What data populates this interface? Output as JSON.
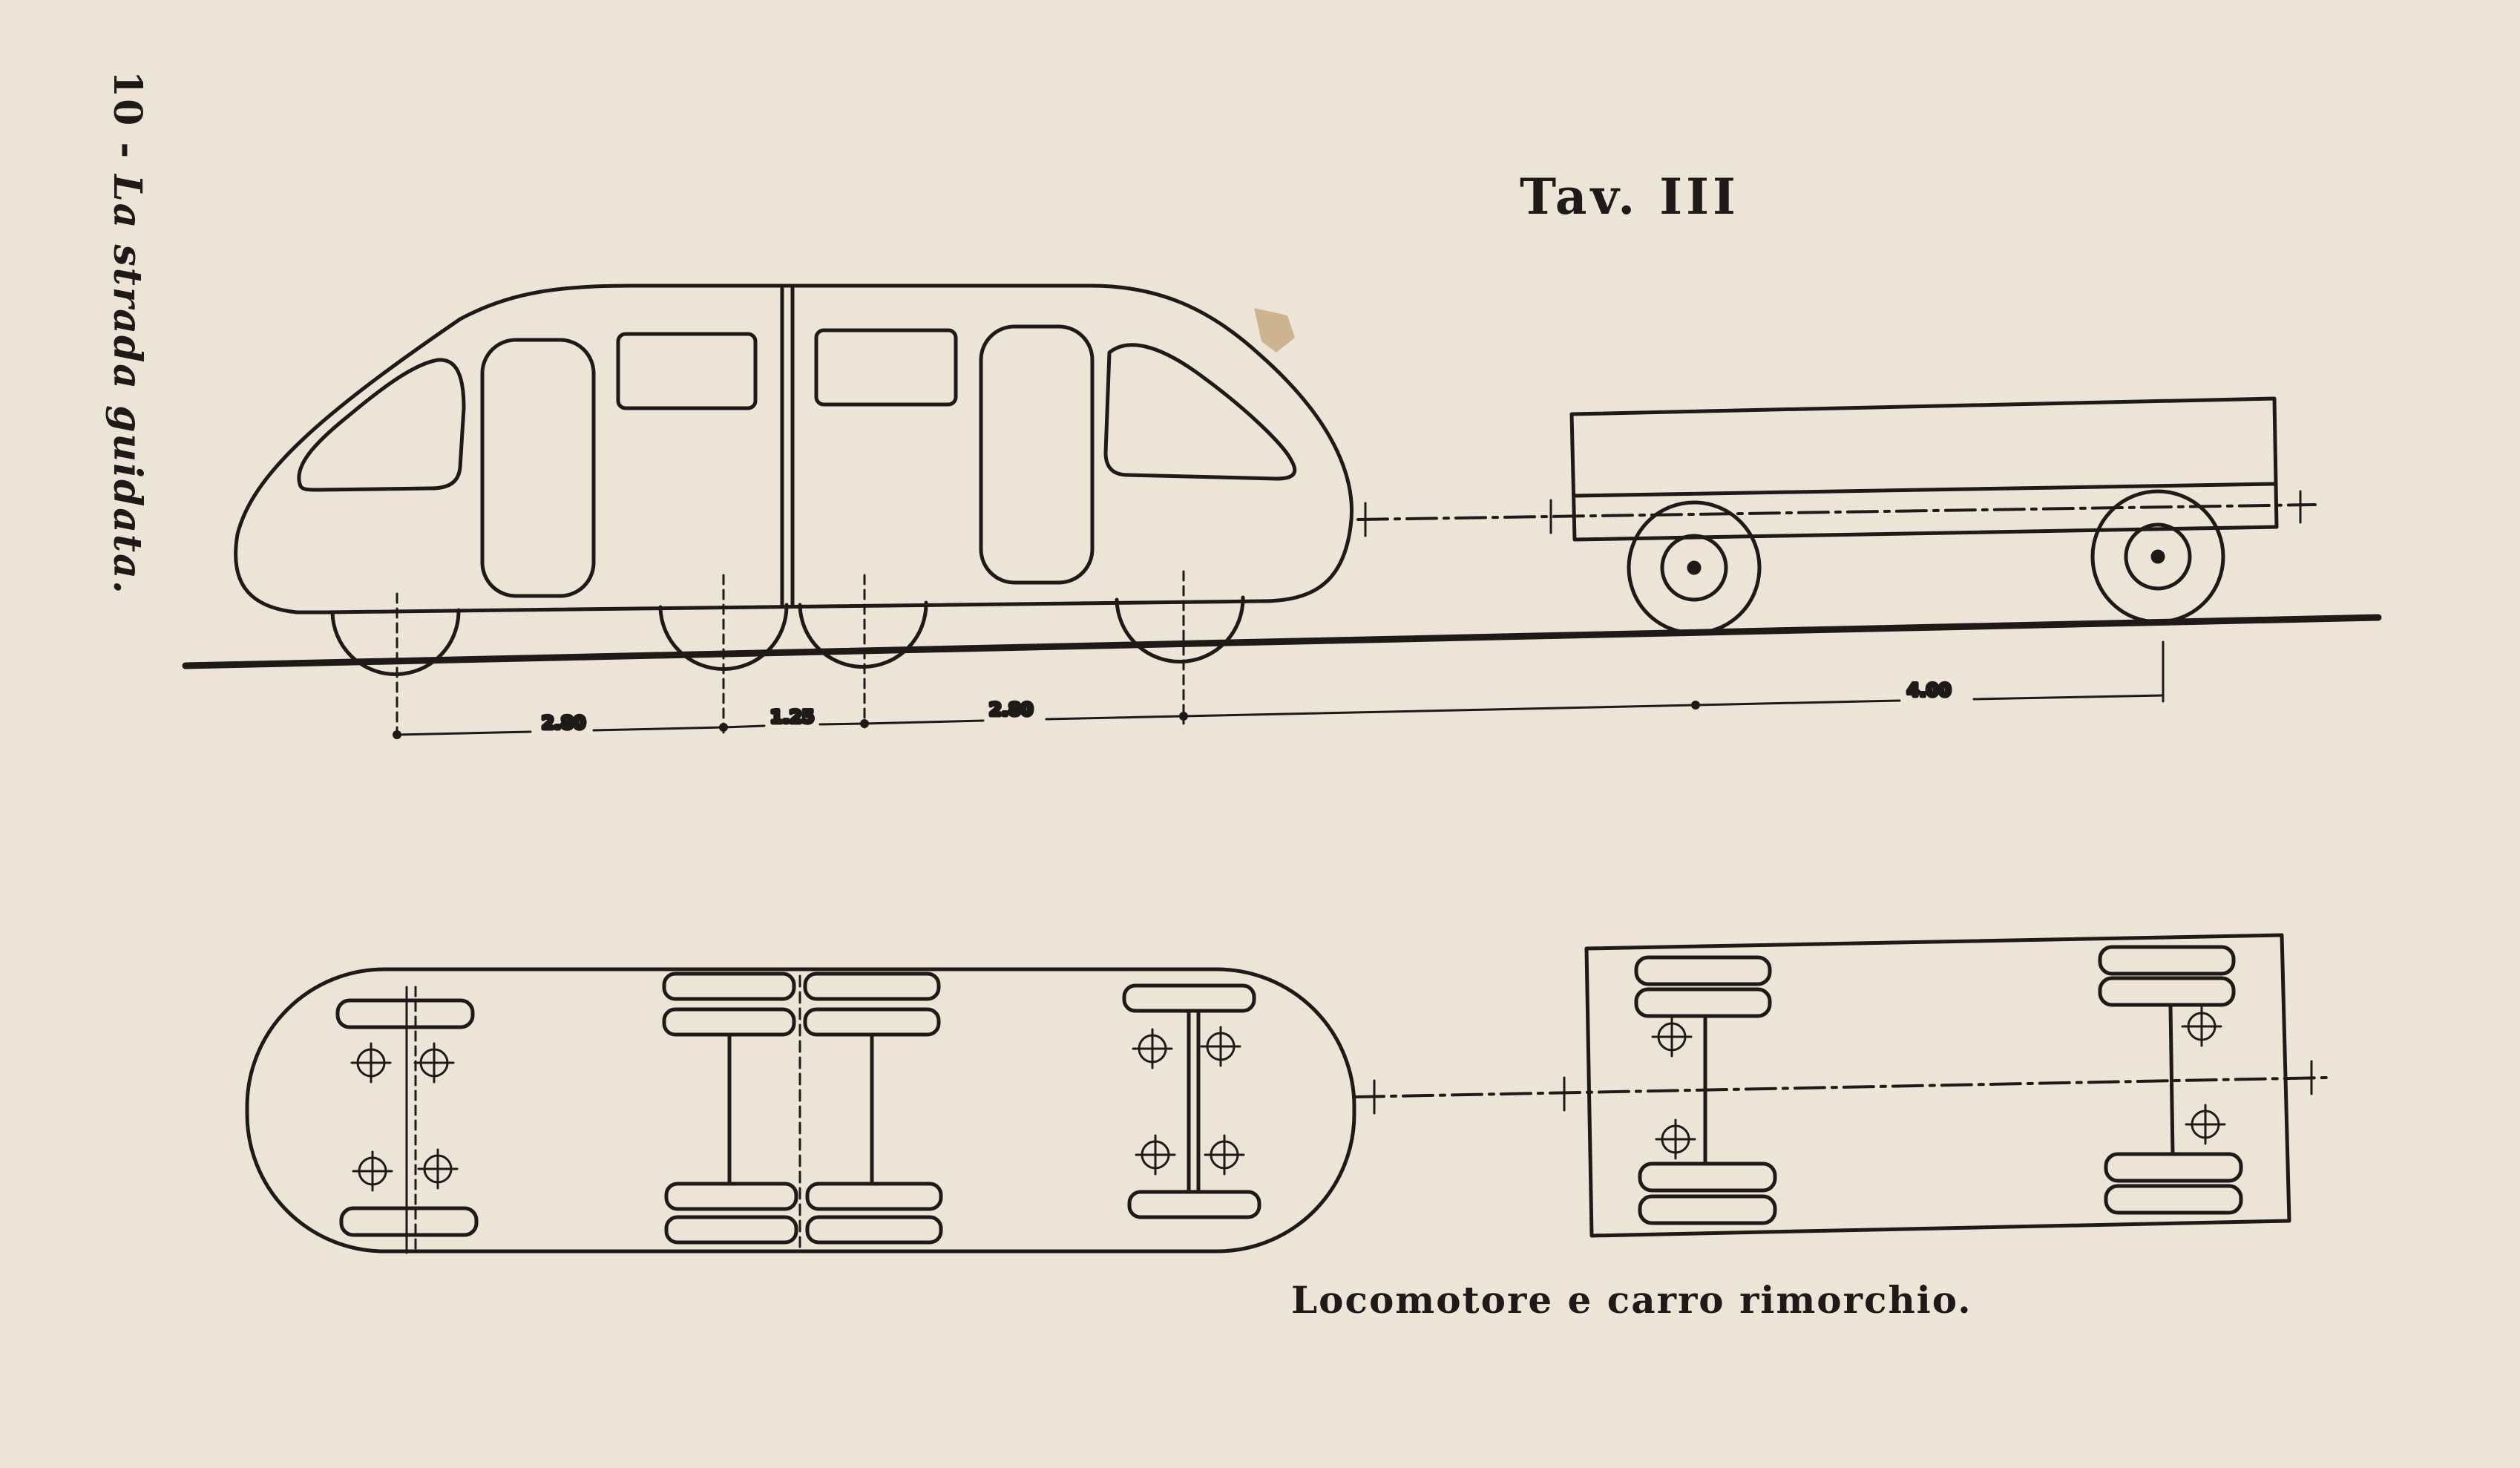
{
  "page": {
    "side_number": "10 -",
    "side_title": "La strada guidata.",
    "plate_title": "Tav. III",
    "caption": "Locomotore e carro rimorchio."
  },
  "dimensions": {
    "d1": "2.80",
    "d2": "1.25",
    "d3": "2.80",
    "d4": "4.00"
  },
  "colors": {
    "paper": "#ece5d7",
    "ink": "#1d1a17"
  }
}
